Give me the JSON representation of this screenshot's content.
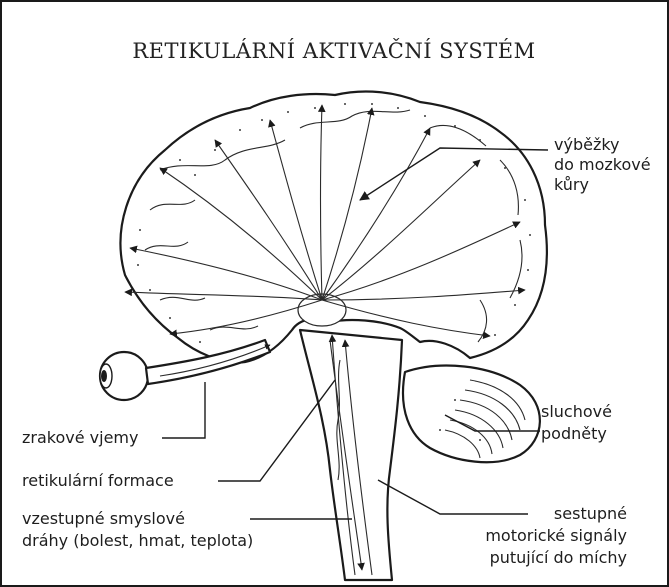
{
  "title": "RETIKULÁRNÍ AKTIVAČNÍ SYSTÉM",
  "labels": {
    "cortex_projections": [
      "výběžky",
      "do mozkové",
      "kůry"
    ],
    "visual_input": "zrakové vjemy",
    "reticular_formation": "retikulární formace",
    "ascending_pathways": [
      "vzestupné smyslové",
      "dráhy (bolest, hmat, teplota)"
    ],
    "auditory_input": [
      "sluchové",
      "podněty"
    ],
    "descending_signals": [
      "sestupné",
      "motorické signály",
      "putující do míchy"
    ]
  },
  "colors": {
    "ink": "#1b1b1b",
    "background": "#ffffff"
  }
}
